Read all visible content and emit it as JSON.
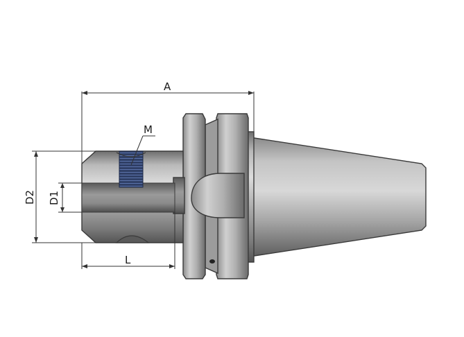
{
  "labels": {
    "overall_length": "A",
    "thread": "M",
    "outer_diameter": "D2",
    "bore_diameter": "D1",
    "clamping_length": "L"
  }
}
